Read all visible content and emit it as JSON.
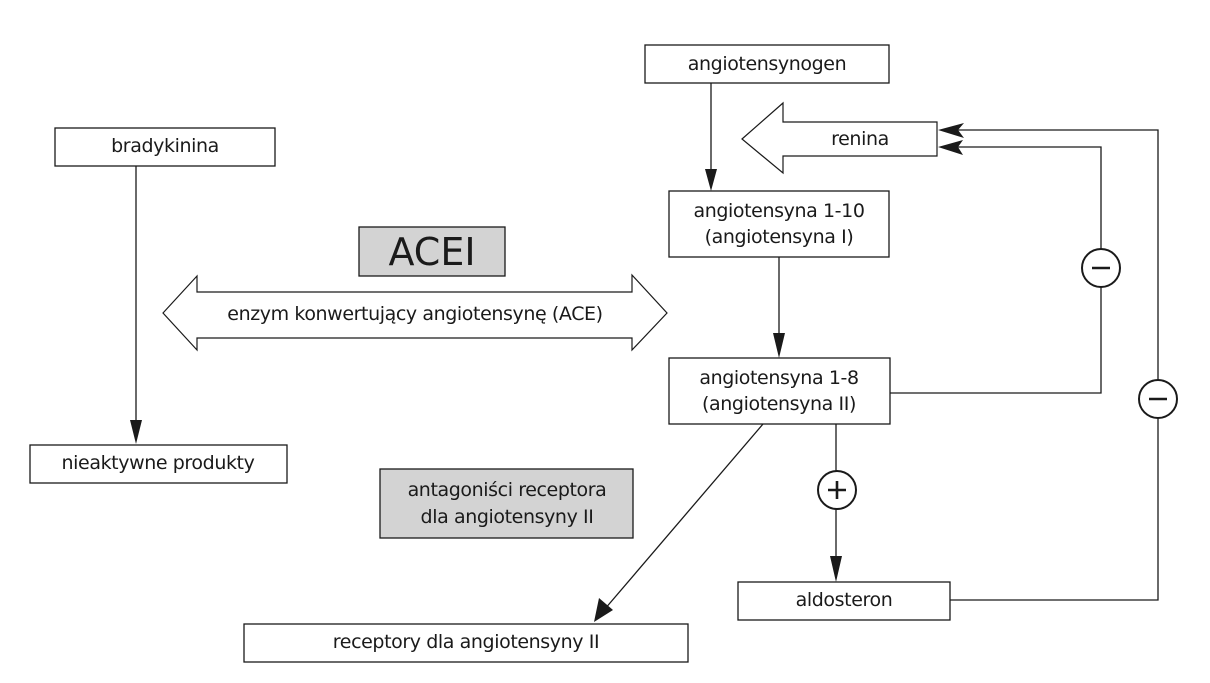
{
  "diagram": {
    "title": "ACE inhibitors and angiotensin II receptor antagonists — renin-angiotensin-aldosterone system",
    "nodes": {
      "bradykinina": "bradykinina",
      "nieaktywne_produkty": "nieaktywne produkty",
      "angiotensynogen": "angiotensynogen",
      "renina": "renina",
      "angiotensyna_1_10_line1": "angiotensyna 1-10",
      "angiotensyna_1_10_line2": "(angiotensyna I)",
      "angiotensyna_1_8_line1": "angiotensyna 1-8",
      "angiotensyna_1_8_line2": "(angiotensyna II)",
      "aldosteron": "aldosteron",
      "receptory": "receptory dla angiotensyny II",
      "ace": "enzym konwertujący angiotensynę (ACE)"
    },
    "inhibitors": {
      "acei": "ACEI",
      "antagonisci_line1": "antagoniści receptora",
      "antagonisci_line2": "dla angiotensyny II"
    },
    "signs": {
      "plus": "+",
      "minus": "−"
    },
    "edges": [
      {
        "from": "bradykinina",
        "to": "nieaktywne produkty",
        "type": "arrow"
      },
      {
        "from": "angiotensynogen",
        "to": "angiotensyna 1-10",
        "type": "arrow"
      },
      {
        "from": "angiotensyna 1-10",
        "to": "angiotensyna 1-8",
        "type": "arrow"
      },
      {
        "from": "angiotensyna 1-8",
        "to": "receptory dla angiotensyny II",
        "type": "arrow"
      },
      {
        "from": "angiotensyna 1-8",
        "to": "aldosteron",
        "type": "arrow",
        "sign": "+"
      },
      {
        "from": "angiotensyna 1-8",
        "to": "renina",
        "type": "feedback",
        "sign": "−"
      },
      {
        "from": "aldosteron",
        "to": "renina",
        "type": "feedback",
        "sign": "−"
      }
    ],
    "colors": {
      "inhibitor_fill": "#d3d3d3",
      "stroke": "#1a1a1a",
      "background": "#ffffff"
    }
  }
}
